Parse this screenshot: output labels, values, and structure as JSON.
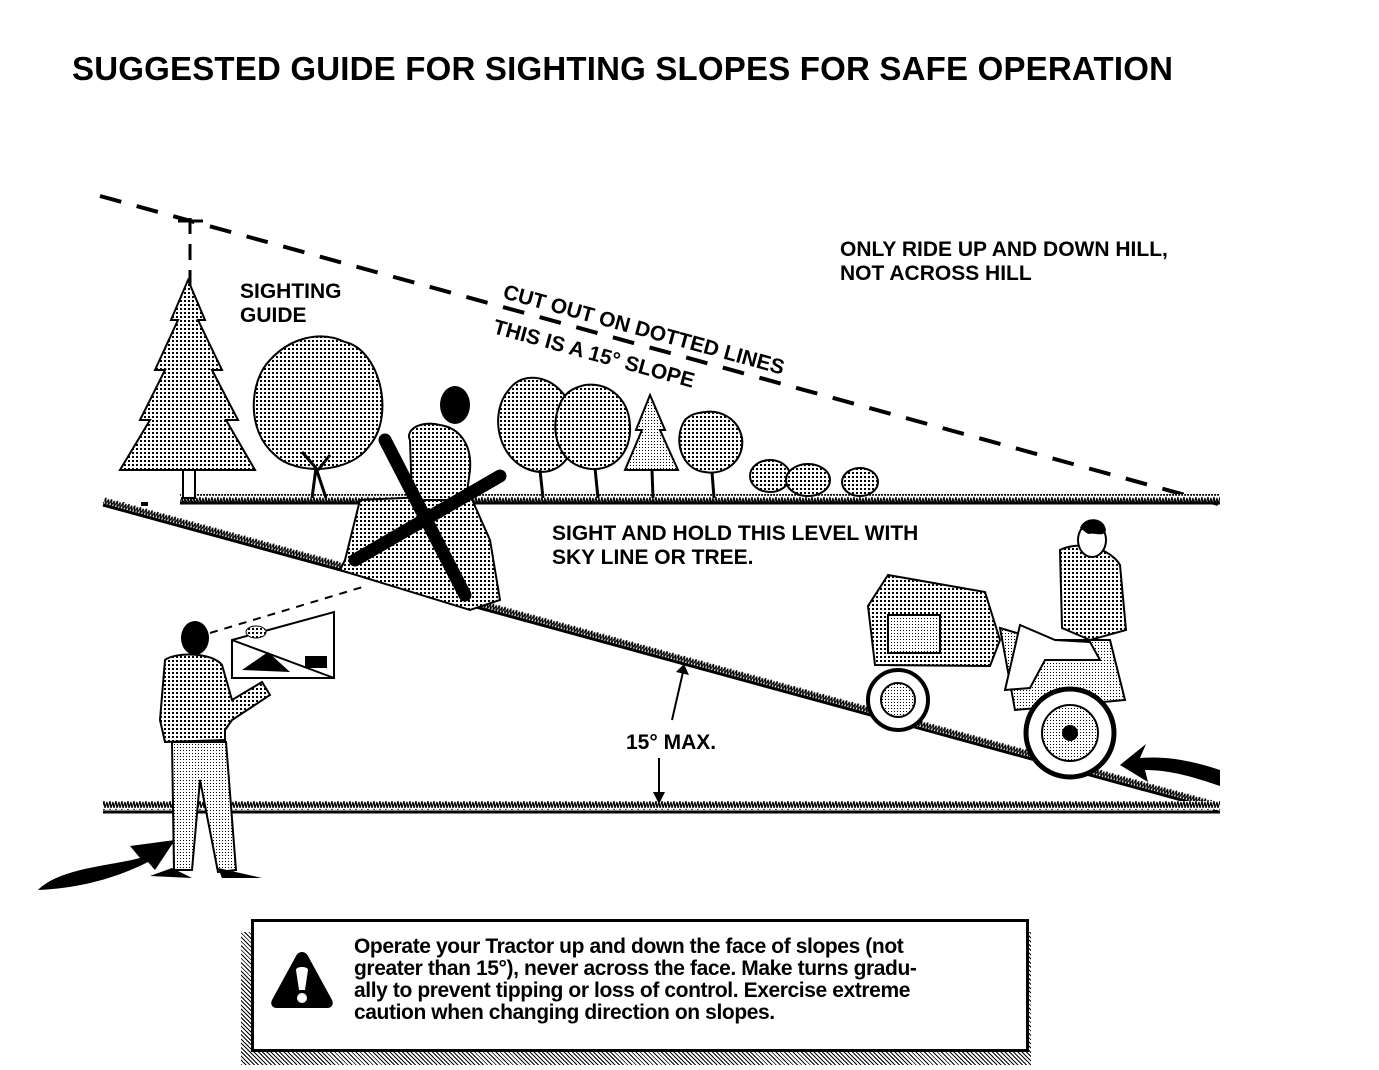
{
  "title": "SUGGESTED GUIDE FOR SIGHTING SLOPES FOR SAFE OPERATION",
  "labels": {
    "only_ride_line1": "ONLY RIDE UP AND DOWN HILL,",
    "only_ride_line2": "NOT ACROSS HILL",
    "sighting_guide_line1": "SIGHTING",
    "sighting_guide_line2": "GUIDE",
    "cut_out": "CUT OUT ON DOTTED LINES",
    "this_is": "THIS IS A 15° SLOPE",
    "sight_hold_line1": "SIGHT AND HOLD THIS LEVEL WITH",
    "sight_hold_line2": "SKY LINE OR TREE.",
    "max_angle": "15° MAX."
  },
  "warning": {
    "icon": "warning-triangle-icon",
    "lines": [
      "Operate your Tractor up and down the face of slopes (not",
      "greater than 15°), never across the face. Make turns gradu-",
      "ally to prevent tipping or loss of control. Exercise extreme",
      "caution when changing direction on slopes."
    ]
  },
  "colors": {
    "ink": "#000000",
    "paper": "#ffffff",
    "shade": "#9a9a9a"
  }
}
